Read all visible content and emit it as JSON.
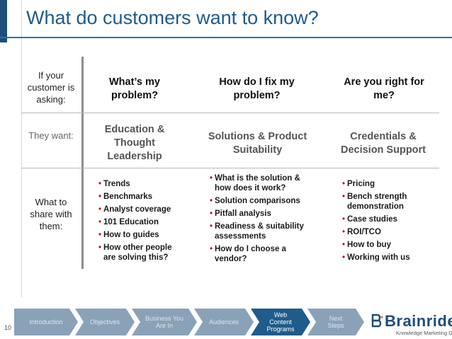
{
  "slide": {
    "title": "What do customers want to know?",
    "page_number": "10"
  },
  "rows": {
    "asking": "If your customer is asking:",
    "want": "They want:",
    "share": "What to share with them:"
  },
  "columns": [
    {
      "question": "What’s my problem?",
      "want": "Education & Thought Leadership",
      "share": [
        "Trends",
        "Benchmarks",
        "Analyst coverage",
        "101 Education",
        "How to guides",
        "How other people are solving this?"
      ]
    },
    {
      "question": "How do I fix my problem?",
      "want": "Solutions & Product Suitability",
      "share": [
        "What is the solution & how does it work?",
        "Solution comparisons",
        "Pitfall analysis",
        "Readiness & suitability assessments",
        "How do I choose a vendor?"
      ]
    },
    {
      "question": "Are you right for me?",
      "want": "Credentials & Decision Support",
      "share": [
        "Pricing",
        "Bench strength demonstration",
        "Case studies",
        "ROI/TCO",
        "How to buy",
        "Working with us"
      ]
    }
  ],
  "nav": [
    {
      "label": "Introduction",
      "active": false
    },
    {
      "label": "Objectives",
      "active": false
    },
    {
      "label": "Business You Are In",
      "active": false
    },
    {
      "label": "Audiences",
      "active": false
    },
    {
      "label": "Web Content Programs",
      "active": true
    },
    {
      "label": "Next Steps",
      "active": false
    }
  ],
  "logo": {
    "name": "Brainrider",
    "tagline": "Knowledge Marketing Group"
  },
  "colors": {
    "title": "#1f5c8b",
    "bullet": "#c00000",
    "nav_active": "#1f5c8b",
    "nav_inactive": "#8aa2b8"
  }
}
